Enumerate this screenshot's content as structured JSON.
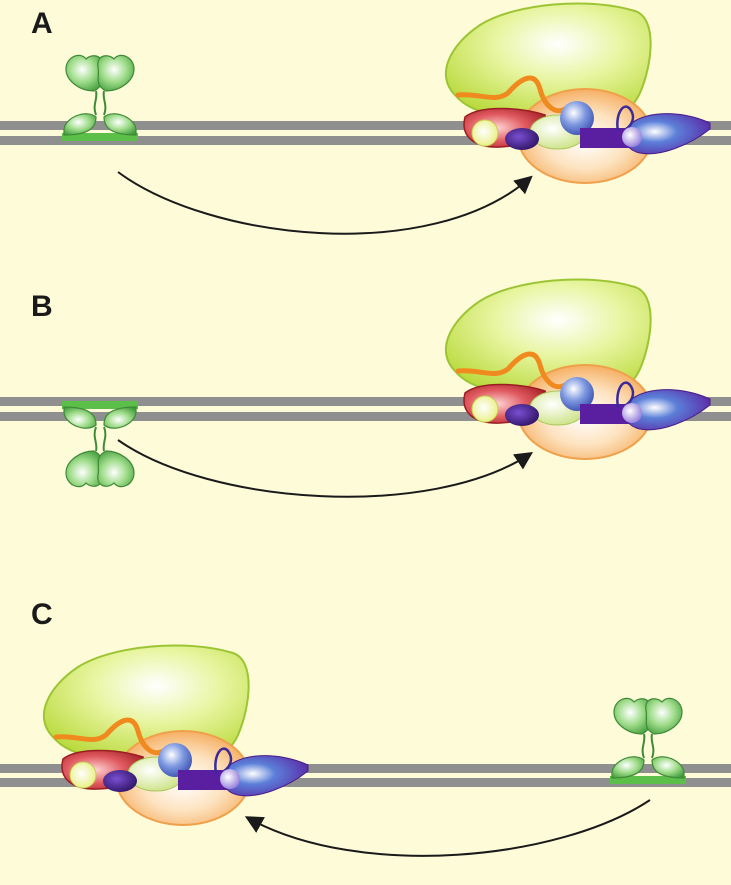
{
  "panels": [
    {
      "label": "A",
      "activator_side": "upstream",
      "activator_orientation": "up",
      "arrow_direction": "activator-to-complex"
    },
    {
      "label": "B",
      "activator_side": "upstream",
      "activator_orientation": "down",
      "arrow_direction": "activator-to-complex"
    },
    {
      "label": "C",
      "activator_side": "downstream",
      "activator_orientation": "up",
      "arrow_direction": "activator-to-complex"
    }
  ],
  "colors": {
    "background": "#fdfbd8",
    "dna": "#8f8f8f",
    "activator": "#4caf50",
    "activator_site": "#5cbf4a",
    "mediator": "#c9e45a",
    "polymerase": "#f5b46a",
    "tf_red": "#c0272d",
    "tf_purple": "#5b2a9c",
    "arrow": "#1a1a1a"
  }
}
